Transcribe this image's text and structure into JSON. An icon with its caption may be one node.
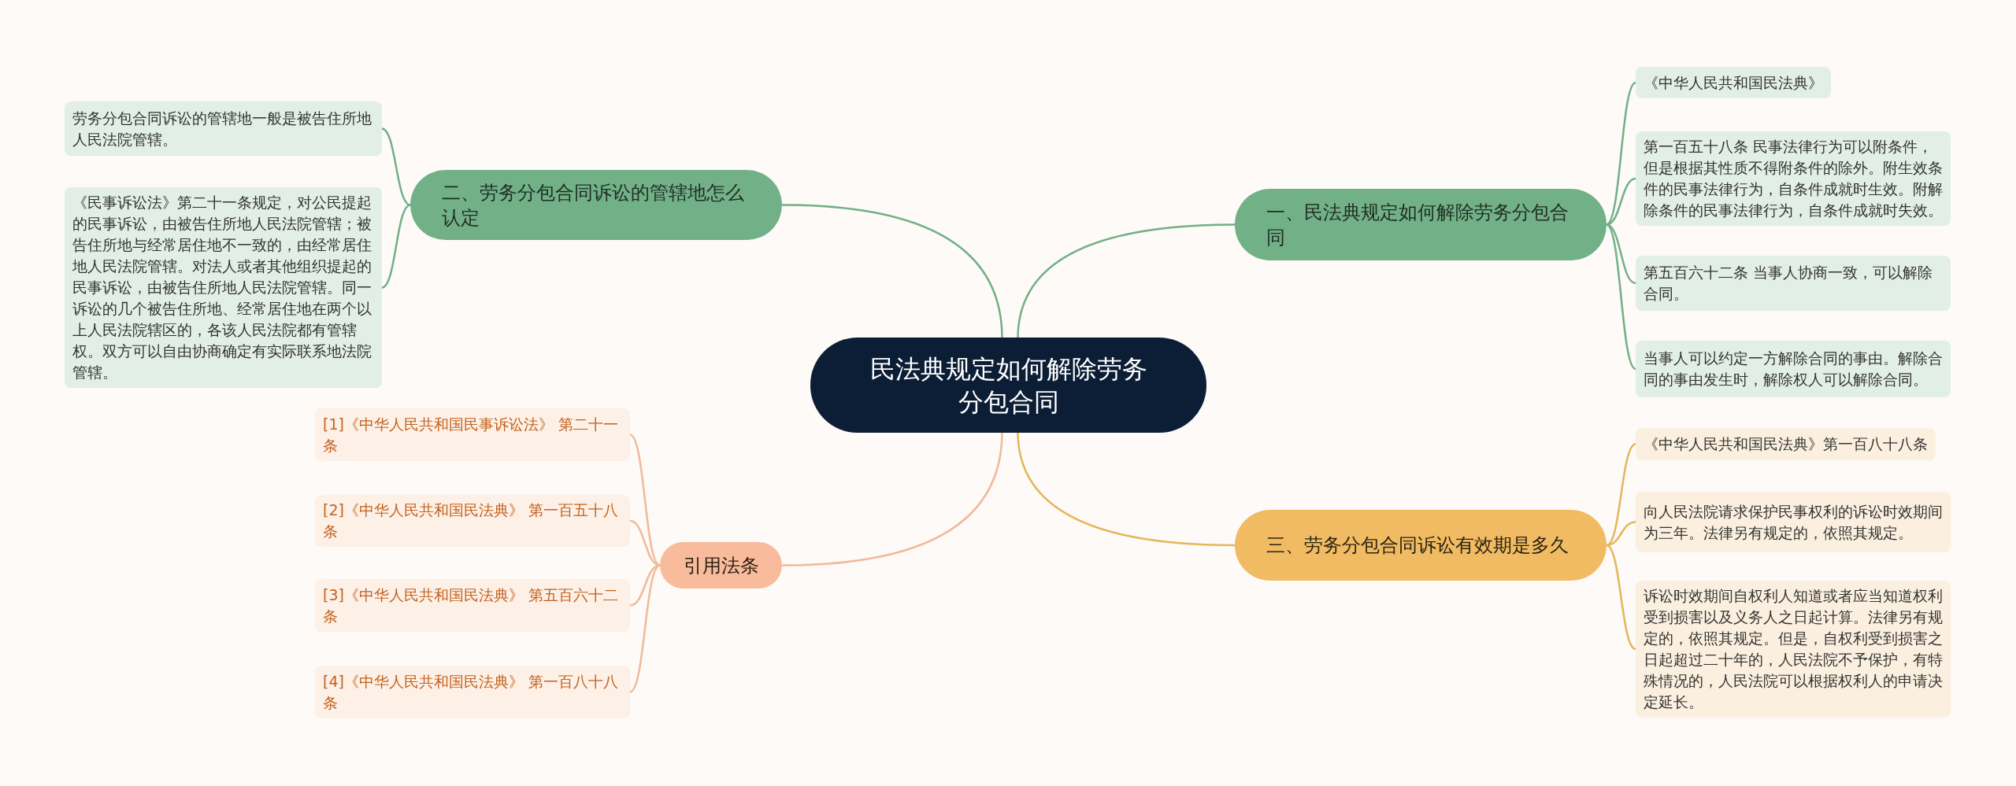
{
  "diagram": {
    "nodes": [
      {
        "text": [
          "民法典规定如何解除劳务分包合同"
        ]
      },
      {
        "text": [
          "一、民法典规定如何解除劳务分包合同"
        ]
      },
      {
        "text": [
          "《中华人民共和国民法典》"
        ]
      },
      {
        "text": [
          "第一百五十八条 民事法律行为可以附条件，但是根据其性质不得附条件的除外。附生效条件的民事法律行为，自条件成就时生效。附解除条件的民事法律行为，自条件成就时失效。"
        ]
      },
      {
        "text": [
          "第五百六十二条 当事人协商一致，可以解除合同。"
        ]
      },
      {
        "text": [
          "当事人可以约定一方解除合同的事由。解除合同的事由发生时，解除权人可以解除合同。"
        ]
      },
      {
        "text": [
          "二、劳务分包合同诉讼的管辖地怎么认定"
        ]
      },
      {
        "text": [
          "劳务分包合同诉讼的管辖地一般是被告住所地人民法院管辖。"
        ]
      },
      {
        "text": [
          "《民事诉讼法》第二十一条规定，对公民提起的民事诉讼，由被告住所地人民法院管辖；被告住所地与经常居住地不一致的，由经常居住地人民法院管辖。对法人或者其他组织提起的民事诉讼，由被告住所地人民法院管辖。同一诉讼的几个被告住所地、经常居住地在两个以上人民法院辖区的，各该人民法院都有管辖权。双方可以自由协商确定有实际联系地法院管辖。"
        ]
      },
      {
        "text": [
          "三、劳务分包合同诉讼有效期是多久"
        ]
      },
      {
        "text": [
          "《中华人民共和国民法典》第一百八十八条"
        ]
      },
      {
        "text": [
          "向人民法院请求保护民事权利的诉讼时效期间为三年。法律另有规定的，依照其规定。"
        ]
      },
      {
        "text": [
          "诉讼时效期间自权利人知道或者应当知道权利受到损害以及义务人之日起计算。法律另有规定的，依照其规定。但是，自权利受到损害之日起超过二十年的，人民法院不予保护，有特殊情况的，人民法院可以根据权利人的申请决定延长。"
        ]
      },
      {
        "text": [
          "引用法条"
        ]
      },
      {
        "text": [
          "[1]《中华人民共和国民事诉讼法》 第二十一条"
        ]
      },
      {
        "text": [
          "[2]《中华人民共和国民法典》 第一百五十八条"
        ]
      },
      {
        "text": [
          "[3]《中华人民共和国民法典》 第五百六十二条"
        ]
      },
      {
        "text": [
          "[4]《中华人民共和国民法典》 第一百八十八条"
        ]
      }
    ],
    "edges": [
      {
        "from": 0,
        "to": 1,
        "arrow": "none"
      },
      {
        "from": 1,
        "to": 2,
        "arrow": "none"
      },
      {
        "from": 1,
        "to": 3,
        "arrow": "none"
      },
      {
        "from": 1,
        "to": 4,
        "arrow": "none"
      },
      {
        "from": 1,
        "to": 5,
        "arrow": "none"
      },
      {
        "from": 0,
        "to": 6,
        "arrow": "none"
      },
      {
        "from": 6,
        "to": 7,
        "arrow": "none"
      },
      {
        "from": 6,
        "to": 8,
        "arrow": "none"
      },
      {
        "from": 0,
        "to": 9,
        "arrow": "none",
        "color": "#e5b65a"
      },
      {
        "from": 9,
        "to": 10,
        "arrow": "none",
        "color": "#e5b65a"
      },
      {
        "from": 9,
        "to": 11,
        "arrow": "none",
        "color": "#e5b65a"
      },
      {
        "from": 9,
        "to": 12,
        "arrow": "none",
        "color": "#e5b65a"
      },
      {
        "from": 0,
        "to": 13,
        "arrow": "none",
        "color": "#f2b99a"
      },
      {
        "from": 13,
        "to": 14,
        "arrow": "none",
        "color": "#f2b99a"
      },
      {
        "from": 13,
        "to": 15,
        "arrow": "none",
        "color": "#f2b99a"
      },
      {
        "from": 13,
        "to": 16,
        "arrow": "none",
        "color": "#f2b99a"
      },
      {
        "from": 13,
        "to": 17,
        "arrow": "none",
        "color": "#f2b99a"
      }
    ]
  }
}
